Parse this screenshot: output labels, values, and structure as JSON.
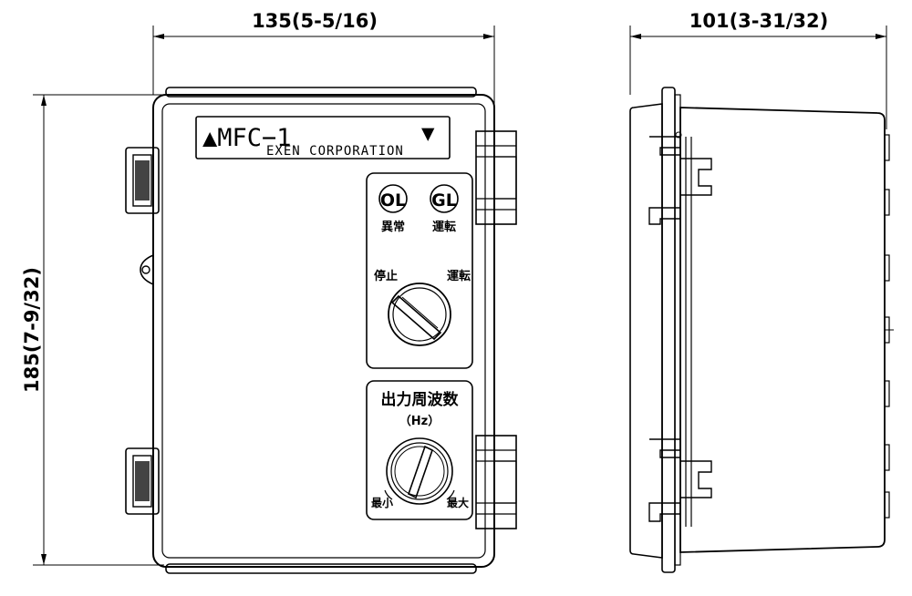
{
  "dimensions": {
    "width": "135(5-5/16)",
    "depth": "101(3-31/32)",
    "height": "185(7-9/32)"
  },
  "nameplate": {
    "model": "▲MFC−1",
    "maker": "EXEN CORPORATION",
    "marker": "▼"
  },
  "lamps": {
    "ol": {
      "code": "OL",
      "label": "異常"
    },
    "gl": {
      "code": "GL",
      "label": "運転"
    }
  },
  "switch": {
    "stop_label": "停止",
    "run_label": "運転"
  },
  "frequency": {
    "title": "出力周波数",
    "unit": "（Hz）",
    "min_label": "最小",
    "max_label": "最大"
  }
}
